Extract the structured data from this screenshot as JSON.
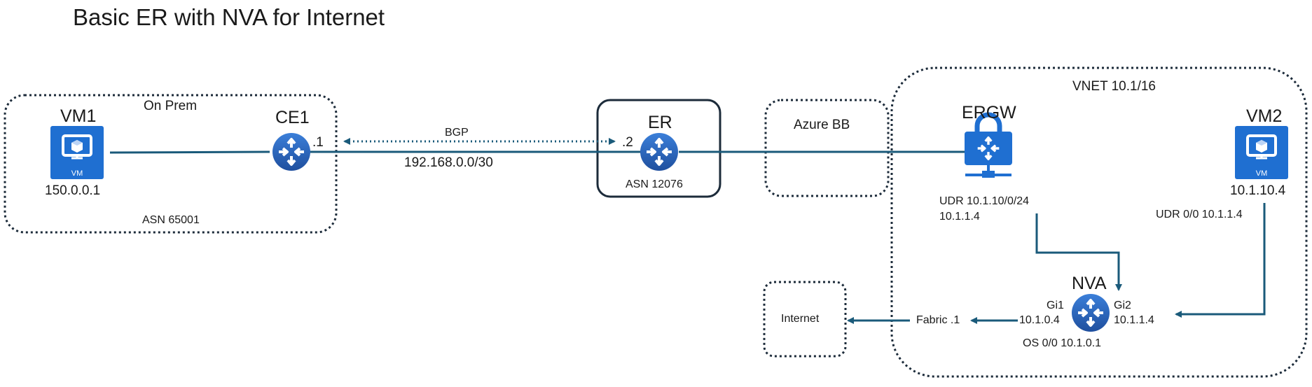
{
  "title": "Basic ER with NVA for Internet",
  "on_prem": {
    "label": "On Prem",
    "asn": "ASN 65001",
    "vm1": {
      "name": "VM1",
      "ip": "150.0.0.1",
      "badge": "VM"
    },
    "ce1": {
      "name": "CE1",
      "port": ".1"
    }
  },
  "link": {
    "bgp": "BGP",
    "subnet": "192.168.0.0/30"
  },
  "er": {
    "name": "ER",
    "port": ".2",
    "asn": "ASN 12076"
  },
  "azure_bb": {
    "label": "Azure BB"
  },
  "vnet": {
    "label": "VNET 10.1/16",
    "ergw": {
      "name": "ERGW",
      "udr_line1": "UDR 10.1.10/0/24",
      "udr_line2": "10.1.1.4"
    },
    "vm2": {
      "name": "VM2",
      "ip": "10.1.10.4",
      "badge": "VM",
      "udr": "UDR 0/0 10.1.1.4"
    },
    "nva": {
      "name": "NVA",
      "gi1_label": "Gi1",
      "gi1_ip": "10.1.0.4",
      "gi2_label": "Gi2",
      "gi2_ip": "10.1.1.4",
      "os": "OS 0/0 10.1.0.1"
    },
    "fabric": "Fabric .1"
  },
  "internet": {
    "label": "Internet"
  },
  "colors": {
    "azure_blue": "#1f6fd1",
    "router_blue": "#2b63b8",
    "link": "#1a5a7a",
    "border": "#1c2b3a"
  }
}
